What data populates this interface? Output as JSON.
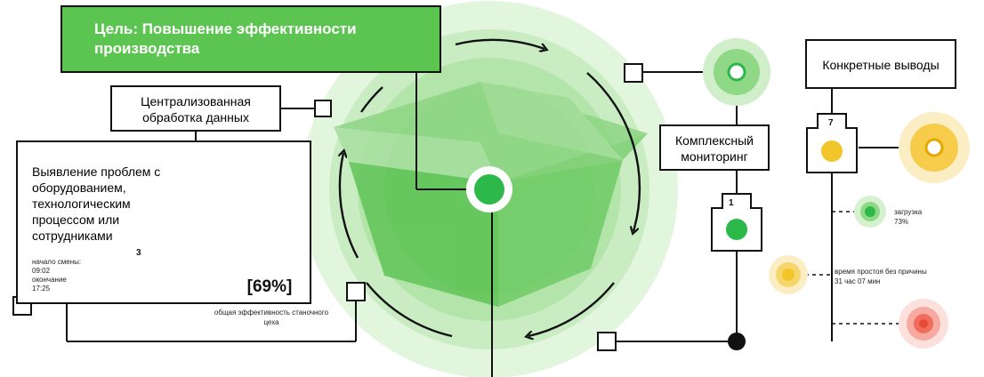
{
  "goal": "Цель: Повышение эффективности производства",
  "centralized": "Централизованная обработка данных",
  "problems": "Выявление проблем с оборудованием, технологическим процессом или сотрудниками",
  "shift_start_label": "начало смены:",
  "shift_start_time": "09:02",
  "shift_end_label": "окончание",
  "shift_end_time": "17:25",
  "efficiency_value": "[69%]",
  "efficiency_caption": "общая эффективность станочного цеха",
  "monitoring": "Комплексный мониторинг",
  "conclusions": "Конкретные выводы",
  "device_1": "1",
  "device_3": "3",
  "device_7": "7",
  "load_label": "загрузка",
  "load_value": "73%",
  "downtime_label": "время простоя без причины 31 час 07 мин",
  "colors": {
    "green": "#5cc450",
    "yellow": "#f2c52a",
    "red": "#e84b35",
    "ink": "#111111"
  }
}
